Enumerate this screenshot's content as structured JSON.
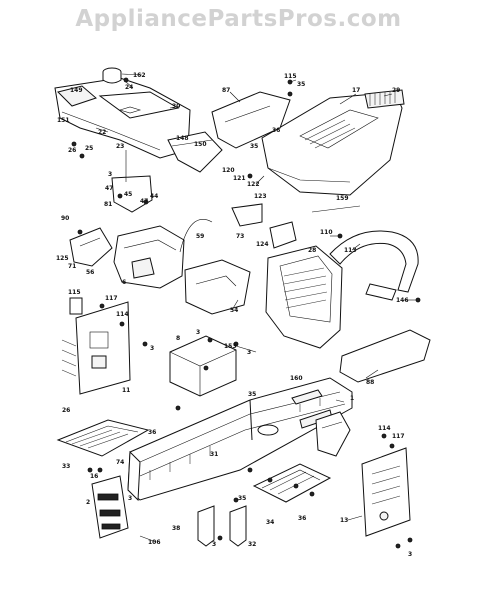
{
  "watermark": "AppliancePartsPros.com",
  "callouts": [
    {
      "id": "c162",
      "text": "162"
    },
    {
      "id": "c24a",
      "text": "24"
    },
    {
      "id": "c149a",
      "text": "149"
    },
    {
      "id": "c151",
      "text": "151"
    },
    {
      "id": "c30",
      "text": "30"
    },
    {
      "id": "c22",
      "text": "22"
    },
    {
      "id": "c148",
      "text": "148"
    },
    {
      "id": "c26a",
      "text": "26"
    },
    {
      "id": "c25",
      "text": "25"
    },
    {
      "id": "c23",
      "text": "23"
    },
    {
      "id": "c150",
      "text": "150"
    },
    {
      "id": "c87",
      "text": "87"
    },
    {
      "id": "c115a",
      "text": "115"
    },
    {
      "id": "c35a",
      "text": "35"
    },
    {
      "id": "c36",
      "text": "36"
    },
    {
      "id": "c17",
      "text": "17"
    },
    {
      "id": "c29",
      "text": "29"
    },
    {
      "id": "c35b",
      "text": "35"
    },
    {
      "id": "c120",
      "text": "120"
    },
    {
      "id": "c121",
      "text": "121"
    },
    {
      "id": "c122",
      "text": "122"
    },
    {
      "id": "c3a",
      "text": "3"
    },
    {
      "id": "c47a",
      "text": "47"
    },
    {
      "id": "c45",
      "text": "45"
    },
    {
      "id": "c81",
      "text": "81"
    },
    {
      "id": "c47b",
      "text": "47"
    },
    {
      "id": "c44",
      "text": "44"
    },
    {
      "id": "c90",
      "text": "90"
    },
    {
      "id": "c125",
      "text": "125"
    },
    {
      "id": "c71",
      "text": "71"
    },
    {
      "id": "c56",
      "text": "56"
    },
    {
      "id": "c6",
      "text": "6"
    },
    {
      "id": "c59",
      "text": "59"
    },
    {
      "id": "c123",
      "text": "123"
    },
    {
      "id": "c73",
      "text": "73"
    },
    {
      "id": "c124",
      "text": "124"
    },
    {
      "id": "c159",
      "text": "159"
    },
    {
      "id": "c110",
      "text": "110"
    },
    {
      "id": "c113",
      "text": "113"
    },
    {
      "id": "c28",
      "text": "28"
    },
    {
      "id": "c146",
      "text": "146"
    },
    {
      "id": "c115b",
      "text": "115"
    },
    {
      "id": "c117a",
      "text": "117"
    },
    {
      "id": "c114a",
      "text": "114"
    },
    {
      "id": "c11",
      "text": "11"
    },
    {
      "id": "c54",
      "text": "54"
    },
    {
      "id": "c8",
      "text": "8"
    },
    {
      "id": "c3b",
      "text": "3"
    },
    {
      "id": "c3c",
      "text": "3"
    },
    {
      "id": "c153",
      "text": "153"
    },
    {
      "id": "c3d",
      "text": "3"
    },
    {
      "id": "c88",
      "text": "88"
    },
    {
      "id": "c160",
      "text": "160"
    },
    {
      "id": "c35c",
      "text": "35"
    },
    {
      "id": "c1",
      "text": "1"
    },
    {
      "id": "c26b",
      "text": "26"
    },
    {
      "id": "c36b",
      "text": "36"
    },
    {
      "id": "c33",
      "text": "33"
    },
    {
      "id": "c16",
      "text": "16"
    },
    {
      "id": "c74",
      "text": "74"
    },
    {
      "id": "c31",
      "text": "31"
    },
    {
      "id": "c35d",
      "text": "35"
    },
    {
      "id": "c34",
      "text": "34"
    },
    {
      "id": "c36c",
      "text": "36"
    },
    {
      "id": "c2",
      "text": "2"
    },
    {
      "id": "c3e",
      "text": "3"
    },
    {
      "id": "c38",
      "text": "38"
    },
    {
      "id": "c3f",
      "text": "3"
    },
    {
      "id": "c32",
      "text": "32"
    },
    {
      "id": "c106",
      "text": "106"
    },
    {
      "id": "c114b",
      "text": "114"
    },
    {
      "id": "c117b",
      "text": "117"
    },
    {
      "id": "c13",
      "text": "13"
    },
    {
      "id": "c3g",
      "text": "3"
    }
  ]
}
